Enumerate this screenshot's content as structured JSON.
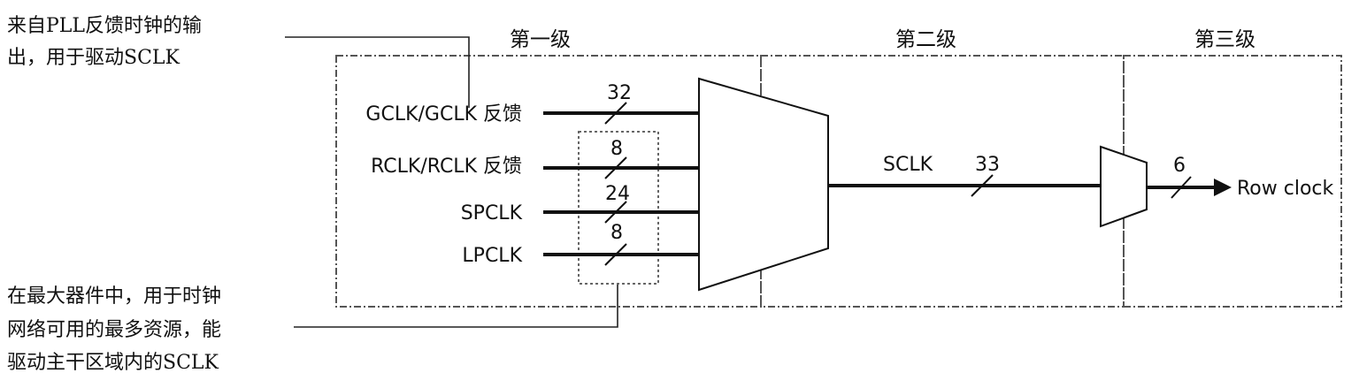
{
  "annotations": {
    "top": [
      "来自PLL反馈时钟的输",
      "出，用于驱动SCLK"
    ],
    "bottom": [
      "在最大器件中，用于时钟",
      "网络可用的最多资源，能",
      "驱动主干区域内的SCLK"
    ]
  },
  "stages": [
    "第一级",
    "第二级",
    "第三级"
  ],
  "inputs": [
    {
      "label": "GCLK/GCLK 反馈",
      "width": "32"
    },
    {
      "label": "RCLK/RCLK 反馈",
      "width": "8"
    },
    {
      "label": "SPCLK",
      "width": "24"
    },
    {
      "label": "LPCLK",
      "width": "8"
    }
  ],
  "sclk": {
    "label": "SCLK",
    "width": "33"
  },
  "output": {
    "label": "Row clock",
    "width": "6"
  }
}
